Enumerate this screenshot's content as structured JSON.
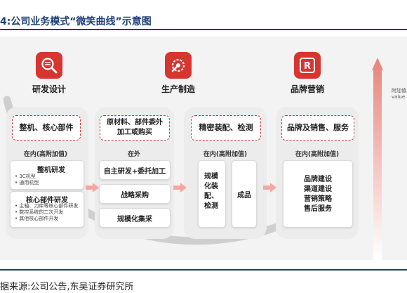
{
  "title": "4:公司业务模式“微笑曲线”示意图",
  "source": "据来源:公司公告,东吴证券研究所",
  "stages": [
    {
      "label": "研发设计",
      "icon": "search-doc-icon"
    },
    {
      "label": "生产制造",
      "icon": "wrench-gear-icon"
    },
    {
      "label": "品牌营销",
      "icon": "brand-r-icon"
    }
  ],
  "columns": {
    "c1": {
      "head": "整机、核心部件",
      "sub": "在内(高附加值)",
      "box1": {
        "title": "整机研发",
        "items": [
          "3C机型",
          "通用机型"
        ]
      },
      "box2": {
        "title": "核心部件研发",
        "items": [
          "主轴、刀库等核心部件研发",
          "数控系统的二次开发",
          "其他核心部件开发"
        ]
      }
    },
    "c2": {
      "head_line1": "原材料、部件委外",
      "head_line2": "加工或购买",
      "sub": "在外",
      "boxes": [
        "自主研发+委托加工",
        "战略采购",
        "规模化集采"
      ]
    },
    "c3": {
      "head": "精密装配、检测",
      "sub": "在内(高附加值)",
      "left_box": [
        "规模",
        "化装",
        "配、",
        "检测"
      ],
      "right_box": "成品"
    },
    "c4": {
      "head": "品牌及销售、服务",
      "sub": "在内(高附加值)",
      "items": [
        "品牌建设",
        "渠道建设",
        "营销策略",
        "售后服务"
      ]
    }
  },
  "value_axis": {
    "line1": "附加值",
    "line2": "value"
  },
  "colors": {
    "brand_red": "#d63530",
    "arrow": "#f4a79e",
    "title_blue": "#1f3f77"
  }
}
